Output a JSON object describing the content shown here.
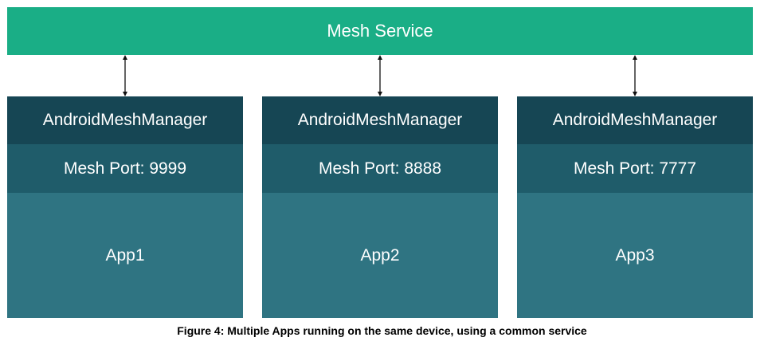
{
  "service": {
    "label": "Mesh Service",
    "color": "#1aae86"
  },
  "apps": [
    {
      "manager": "AndroidMeshManager",
      "port": "Mesh Port: 9999",
      "name": "App1"
    },
    {
      "manager": "AndroidMeshManager",
      "port": "Mesh Port: 8888",
      "name": "App2"
    },
    {
      "manager": "AndroidMeshManager",
      "port": "Mesh Port: 7777",
      "name": "App3"
    }
  ],
  "colors": {
    "manager": "#164654",
    "port": "#1f5c6a",
    "app": "#2f7482"
  },
  "caption": "Figure 4: Multiple Apps running on the same device, using a common service"
}
